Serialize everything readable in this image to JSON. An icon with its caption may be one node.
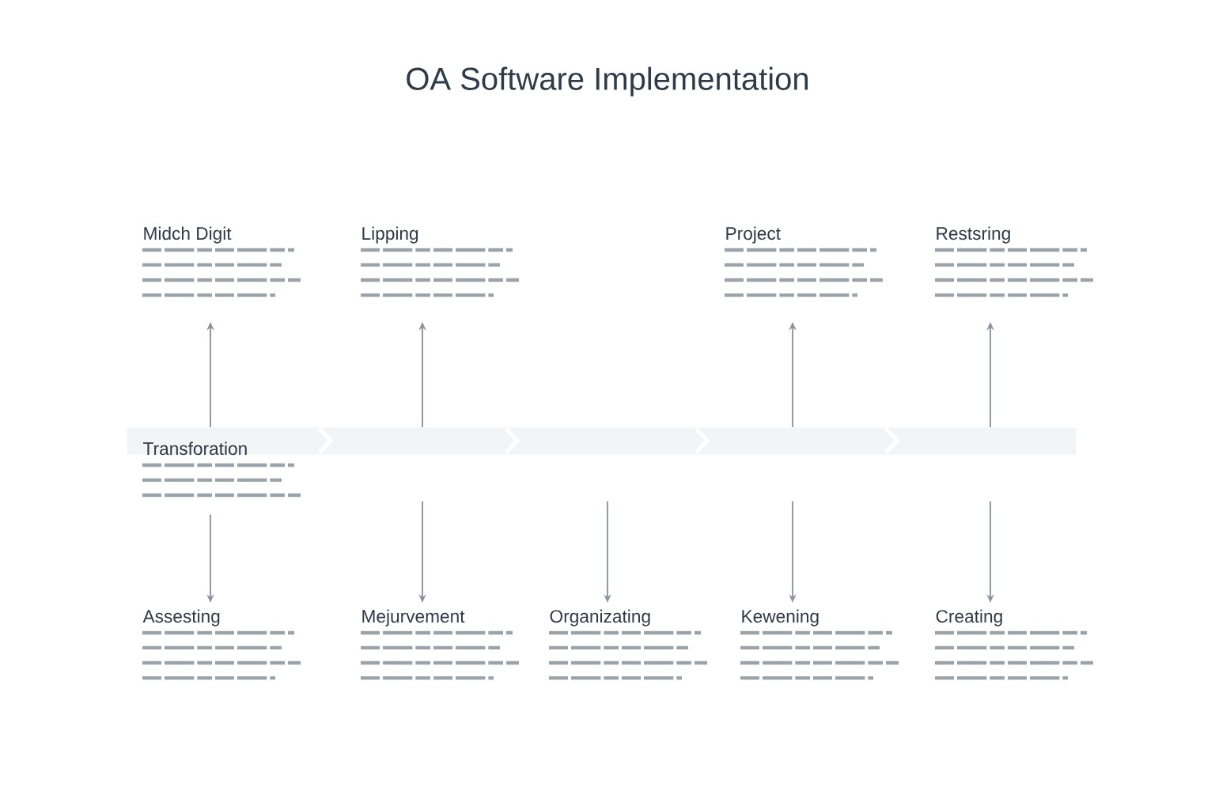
{
  "diagram": {
    "title": "OA Software Implementation",
    "nodes": [
      {
        "text": [
          "Midch Digit"
        ]
      },
      {
        "text": [
          "Lipping"
        ]
      },
      {
        "text": [
          "Project"
        ]
      },
      {
        "text": [
          "Restsring"
        ]
      },
      {
        "text": [],
        "shape": "bar"
      },
      {
        "text": [
          "Transforation"
        ],
        "in": 4
      },
      {
        "text": [
          "Assesting"
        ]
      },
      {
        "text": [
          "Mejurvement"
        ]
      },
      {
        "text": [
          "Organizating"
        ]
      },
      {
        "text": [
          "Kewening"
        ]
      },
      {
        "text": [
          "Creating"
        ]
      }
    ],
    "edges": [
      {
        "from": 4,
        "to": 0,
        "arrow": "to"
      },
      {
        "from": 4,
        "to": 1,
        "arrow": "to"
      },
      {
        "from": 4,
        "to": 2,
        "arrow": "to"
      },
      {
        "from": 4,
        "to": 3,
        "arrow": "to"
      },
      {
        "from": 5,
        "to": 6,
        "arrow": "to"
      },
      {
        "from": 4,
        "to": 7,
        "arrow": "to"
      },
      {
        "from": 4,
        "to": 8,
        "arrow": "to"
      },
      {
        "from": 4,
        "to": 9,
        "arrow": "to"
      },
      {
        "from": 4,
        "to": 10,
        "arrow": "to"
      }
    ]
  }
}
